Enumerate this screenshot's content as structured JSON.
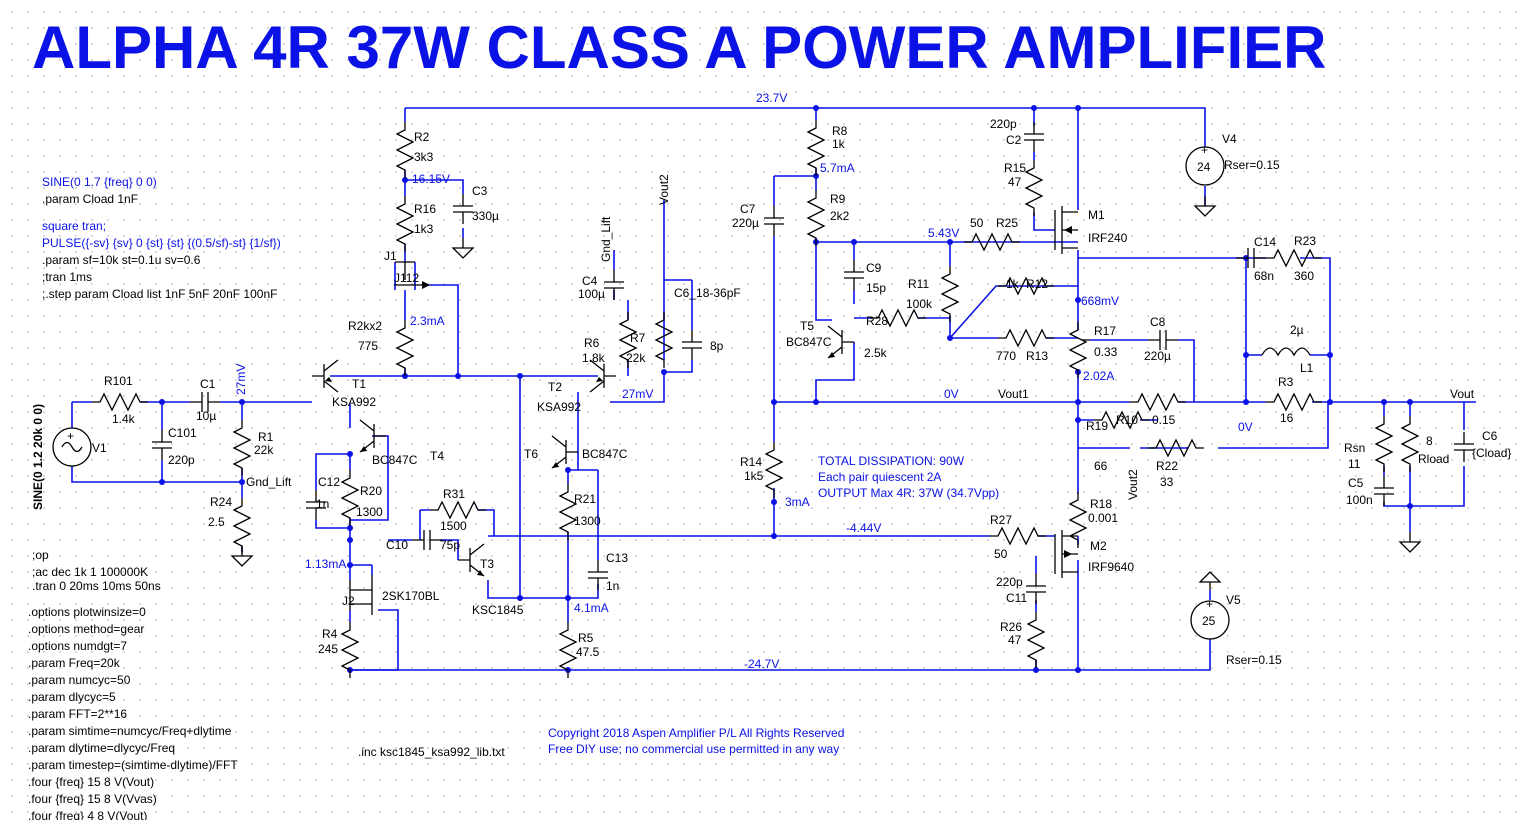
{
  "title": "ALPHA 4R 37W CLASS A POWER AMPLIFIER",
  "directives": {
    "sine": "SINE(0 1.7 {freq} 0 0)",
    "cload": ".param Cload 1nF",
    "square": "square tran;",
    "pulse": "PULSE({-sv} {sv} 0 {st} {st} {(0.5/sf)-st} {1/sf})",
    "sfparam": ".param sf=10k st=0.1u sv=0.6",
    "tran1": ";tran 1ms",
    "step": ";.step param Cload list 1nF 5nF 20nF 100nF",
    "op": ";op",
    "ac": ";ac dec 1k 1 100000K",
    "tran2": ".tran 0 20ms 10ms 50ns",
    "opt1": ".options plotwinsize=0",
    "opt2": ".options method=gear",
    "opt3": ".options numdgt=7",
    "p1": ".param Freq=20k",
    "p2": ".param numcyc=50",
    "p3": ".param dlycyc=5",
    "p4": ".param FFT=2**16",
    "p5": ".param simtime=numcyc/Freq+dlytime",
    "p6": ".param dlytime=dlycyc/Freq",
    "p7": ".param timestep=(simtime-dlytime)/FFT",
    "f1": ".four {freq} 15 8 V(Vout)",
    "f2": ".four {freq} 15 8 V(Vvas)",
    "f3": ".four {freq} 4 8 V(Vout)",
    "inc": ".inc ksc1845_ksa992_lib.txt",
    "v1spec": "SINE(0 1.2 20k 0 0)"
  },
  "notes": {
    "dissipation": "TOTAL DISSIPATION:  90W",
    "quiescent": "Each pair quiescent 2A",
    "output": "OUTPUT Max 4R:  37W (34.7Vpp)",
    "copyright": "Copyright 2018 Aspen Amplifier P/L All Rights Reserved",
    "license": "Free DIY use;  no commercial use permitted in any way"
  },
  "nets": {
    "vplus": "23.7V",
    "v16": "16.15V",
    "i23": "2.3mA",
    "v27a": "27mV",
    "v27b": "27mV",
    "i57": "5.7mA",
    "v543": "5.43V",
    "v668": "668mV",
    "i202": "2.02A",
    "v0a": "0V",
    "v0b": "0V",
    "i3": "3mA",
    "v444": "-4.44V",
    "i113": "1.13mA",
    "i41": "4.1mA",
    "vminus": "-24.7V"
  },
  "nodes": {
    "gndlift1": "Gnd_Lift",
    "gndlift2": "Gnd_Lift",
    "vout2a": "Vout2",
    "vout2b": "Vout2",
    "vout1": "Vout1",
    "vout": "Vout"
  },
  "parts": {
    "r2n": "R2",
    "r2v": "3k3",
    "r16n": "R16",
    "r16v": "1k3",
    "c3n": "C3",
    "c3v": "330µ",
    "j1n": "J1",
    "j1v": "J112",
    "r2kx2n": "R2kx2",
    "r2kx2v": "775",
    "r101n": "R101",
    "r101v": "1.4k",
    "c1n": "C1",
    "c1v": "10µ",
    "c101n": "C101",
    "c101v": "220p",
    "v1n": "V1",
    "r1n": "R1",
    "r1v": "22k",
    "r24n": "R24",
    "r24v": "2.5",
    "t1n": "T1",
    "t1v": "KSA992",
    "t2n": "T2",
    "t2v": "KSA992",
    "bc1": "BC847C",
    "bc2": "BC847C",
    "t4n": "T4",
    "t6n": "T6",
    "c12n": "C12",
    "c12v": "1n",
    "r20n": "R20",
    "r20v": "1300",
    "r21n": "R21",
    "r21v": "1300",
    "r31n": "R31",
    "r31v": "1500",
    "c10n": "C10",
    "c10v": "75p",
    "t3n": "T3",
    "t3v": "KSC1845",
    "c13n": "C13",
    "c13v": "1n",
    "j2n": "J2",
    "j2v": "2SK170BL",
    "r4n": "R4",
    "r4v": "245",
    "r5n": "R5",
    "r5v": "47.5",
    "c4n": "C4",
    "c4v": "100µ",
    "r6n": "R6",
    "r6v": "1.8k",
    "r7n": "R7",
    "r7v": "22k",
    "c6an": "C6_18-36pF",
    "c6av": "8p",
    "c7n": "C7",
    "c7v": "220µ",
    "r8n": "R8",
    "r8v": "1k",
    "r9n": "R9",
    "r9v": "2k2",
    "c9n": "C9",
    "c9v": "15p",
    "r11n": "R11",
    "r11v": "100k",
    "t5n": "T5",
    "t5v": "BC847C",
    "r28n": "R28",
    "r28v": "2.5k",
    "r25v": "50",
    "r25n": "R25",
    "c2n": "C2",
    "c2v": "220p",
    "r15n": "R15",
    "r15v": "47",
    "m1n": "M1",
    "m1v": "IRF240",
    "v4n": "V4",
    "v4v": "24",
    "v4r": "Rser=0.15",
    "c14n": "C14",
    "c14v": "68n",
    "r23n": "R23",
    "r23v": "360",
    "r12v": "1k",
    "r12n": "R12",
    "r13v": "770",
    "r13n": "R13",
    "r17n": "R17",
    "r17v": "0.33",
    "c8n": "C8",
    "c8v": "220µ",
    "l1n": "L1",
    "l1v": "2µ",
    "r3n": "R3",
    "r3v": "16",
    "r10n": "R10",
    "r10v": "0.15",
    "r19n": "R19",
    "r19v": "66",
    "r22n": "R22",
    "r22v": "33",
    "r14n": "R14",
    "r14v": "1k5",
    "r18n": "R18",
    "r18v": "0.001",
    "r27n": "R27",
    "r27v": "50",
    "m2n": "M2",
    "m2v": "IRF9640",
    "c11n": "C11",
    "c11v": "220p",
    "r26n": "R26",
    "r26v": "47",
    "v5n": "V5",
    "v5v": "25",
    "v5r": "Rser=0.15",
    "rsnn": "Rsn",
    "rsnv": "11",
    "c5n": "C5",
    "c5v": "100n",
    "rloadv": "8",
    "rloadn": "Rload",
    "c6n": "C6",
    "c6v": "{Cload}"
  },
  "colors": {
    "wire": "#0a12e6",
    "component": "#000000",
    "background": "#ffffff"
  }
}
